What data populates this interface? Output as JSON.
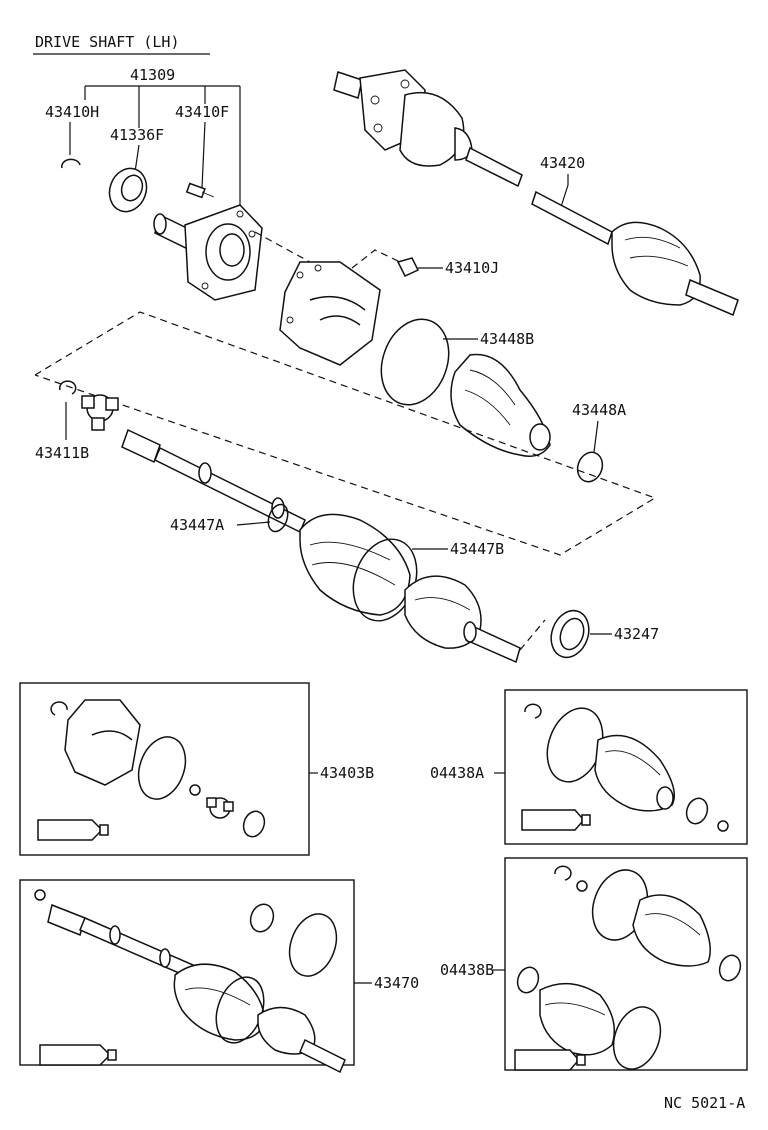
{
  "title": "DRIVE SHAFT (LH)",
  "footer_code": "NC 5021-A",
  "labels": {
    "p41309": "41309",
    "p43410H": "43410H",
    "p41336F": "41336F",
    "p43410F": "43410F",
    "p43420": "43420",
    "p43410J": "43410J",
    "p43448B": "43448B",
    "p43448A": "43448A",
    "p43411B": "43411B",
    "p43447A": "43447A",
    "p43447B": "43447B",
    "p43247": "43247",
    "p43403B": "43403B",
    "p04438A": "04438A",
    "p43470": "43470",
    "p04438B": "04438B"
  }
}
